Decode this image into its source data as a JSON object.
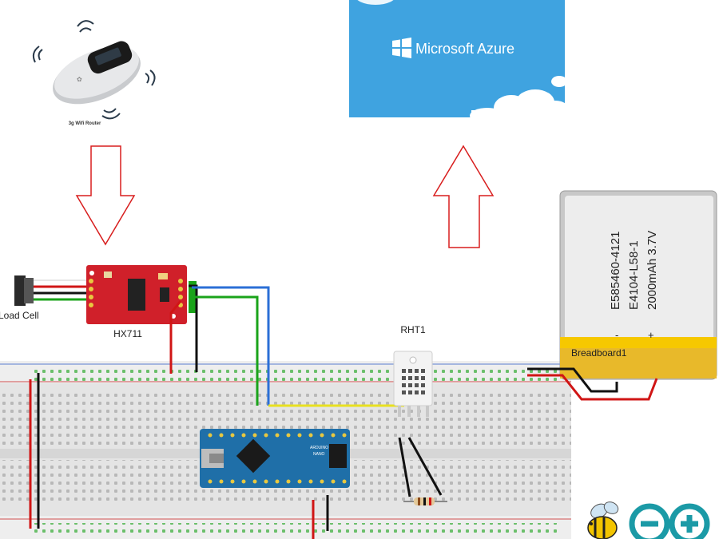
{
  "router": {
    "caption": "3g Wifi Router"
  },
  "cloud": {
    "brand": "Microsoft Azure",
    "bg_color": "#3fa3e0"
  },
  "load_cell": {
    "label": "Load Cell"
  },
  "hx711": {
    "label": "HX711",
    "board_color": "#d0202a"
  },
  "sensor": {
    "label": "RHT1"
  },
  "battery": {
    "lines": [
      "E585460-4121",
      "E4104-L58-1",
      "2000mAh 3.7V"
    ],
    "minus": "-",
    "plus": "+",
    "label": "Breadboard1"
  },
  "arduino": {
    "board_color": "#1f6fa8",
    "text_a": "ARDUINO",
    "text_b": "NANO"
  },
  "wires": {
    "red": "#d01515",
    "black": "#111111",
    "green": "#1aa31a",
    "blue": "#2b6fd6",
    "yellow": "#e8e020"
  },
  "arrows": {
    "stroke": "#d81e1e"
  }
}
